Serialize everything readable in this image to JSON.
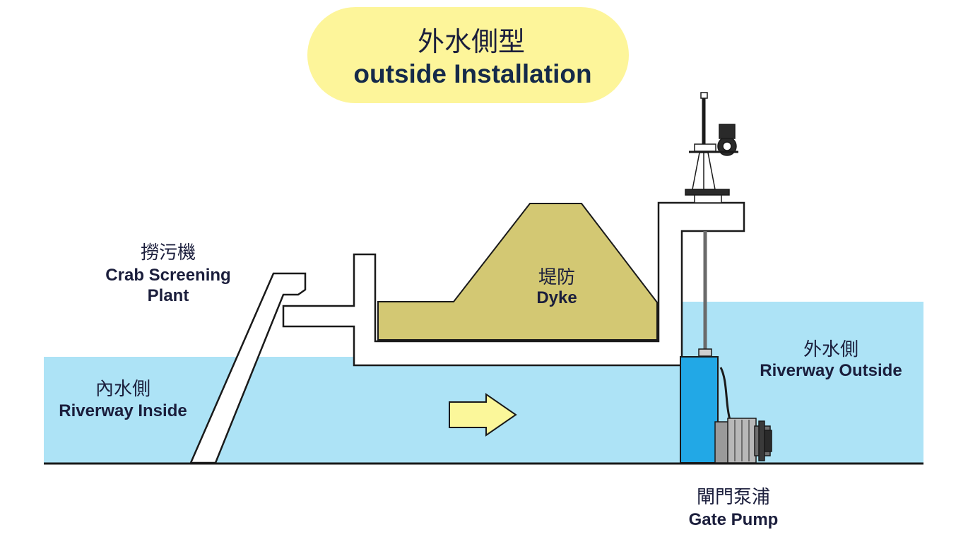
{
  "title": {
    "zh": "外水側型",
    "en": "outside Installation"
  },
  "labels": {
    "screening": {
      "zh": "撈污機",
      "en_line1": "Crab Screening",
      "en_line2": "Plant"
    },
    "dyke": {
      "zh": "堤防",
      "en": "Dyke"
    },
    "inside": {
      "zh": "內水側",
      "en": "Riverway Inside"
    },
    "outside": {
      "zh": "外水側",
      "en": "Riverway Outside"
    },
    "pump": {
      "zh": "閘門泵浦",
      "en": "Gate Pump"
    }
  },
  "colors": {
    "title_bg": "#fdf59a",
    "water": "#ade3f6",
    "dyke": "#d3c873",
    "gate": "#22a8e6",
    "arrow": "#fbf79a",
    "outline": "#1a1a1a"
  },
  "icons": {
    "flow_arrow": "right-arrow-icon",
    "gate_pump": "gate-pump-icon"
  }
}
